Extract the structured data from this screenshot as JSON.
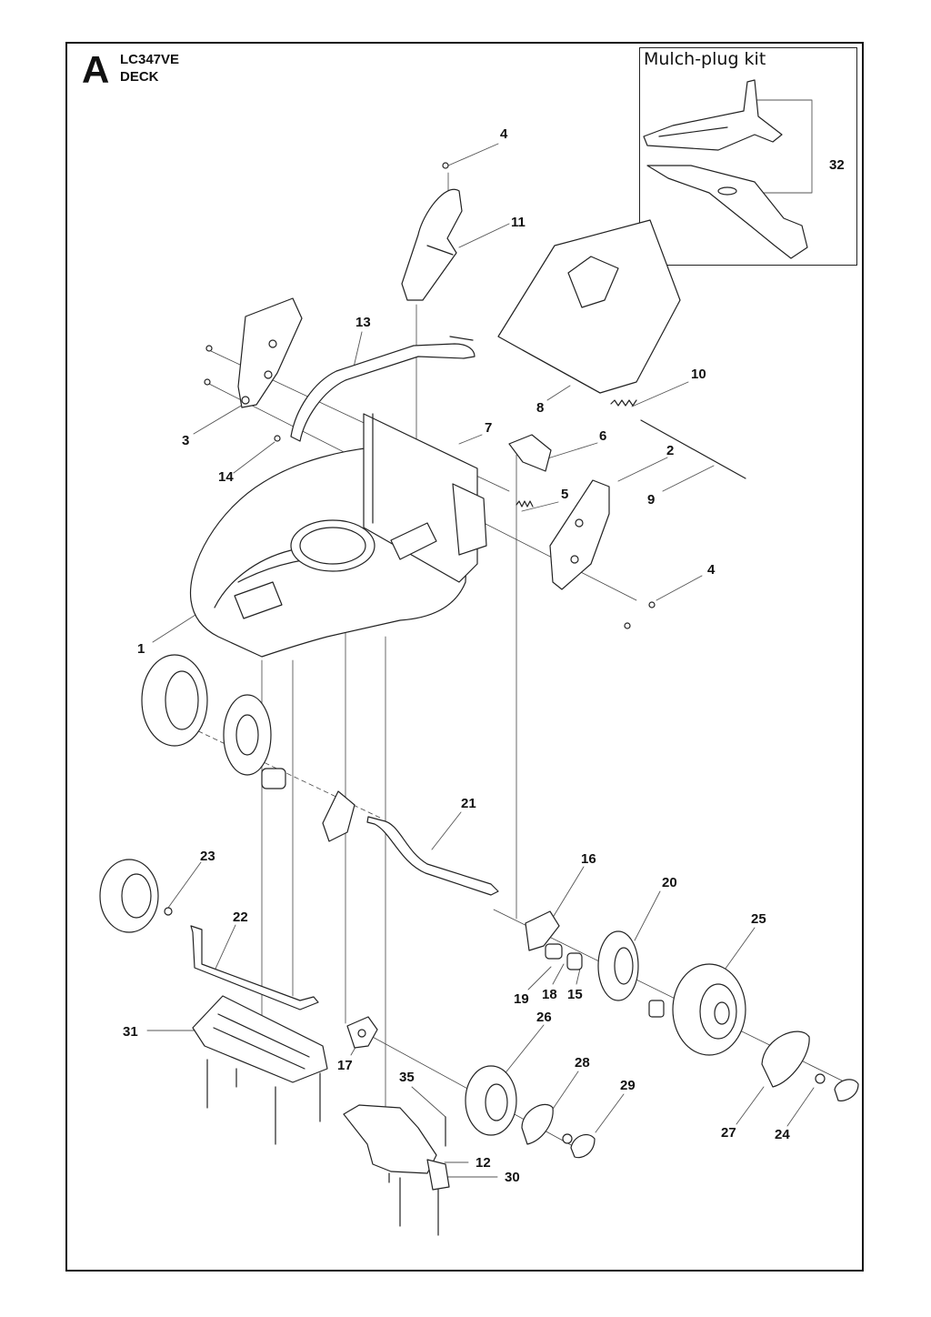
{
  "header": {
    "letter": "A",
    "model": "LC347VE",
    "section": "DECK"
  },
  "kit": {
    "title": "Mulch-plug kit"
  },
  "callouts": [
    {
      "text": "4"
    },
    {
      "text": "11"
    },
    {
      "text": "13"
    },
    {
      "text": "10"
    },
    {
      "text": "8"
    },
    {
      "text": "7"
    },
    {
      "text": "6"
    },
    {
      "text": "2"
    },
    {
      "text": "3"
    },
    {
      "text": "14"
    },
    {
      "text": "5"
    },
    {
      "text": "9"
    },
    {
      "text": "4"
    },
    {
      "text": "1"
    },
    {
      "text": "21"
    },
    {
      "text": "23"
    },
    {
      "text": "16"
    },
    {
      "text": "20"
    },
    {
      "text": "22"
    },
    {
      "text": "25"
    },
    {
      "text": "19"
    },
    {
      "text": "18"
    },
    {
      "text": "15"
    },
    {
      "text": "31"
    },
    {
      "text": "26"
    },
    {
      "text": "17"
    },
    {
      "text": "28"
    },
    {
      "text": "35"
    },
    {
      "text": "29"
    },
    {
      "text": "12"
    },
    {
      "text": "30"
    },
    {
      "text": "27"
    },
    {
      "text": "24"
    },
    {
      "text": "32"
    }
  ]
}
